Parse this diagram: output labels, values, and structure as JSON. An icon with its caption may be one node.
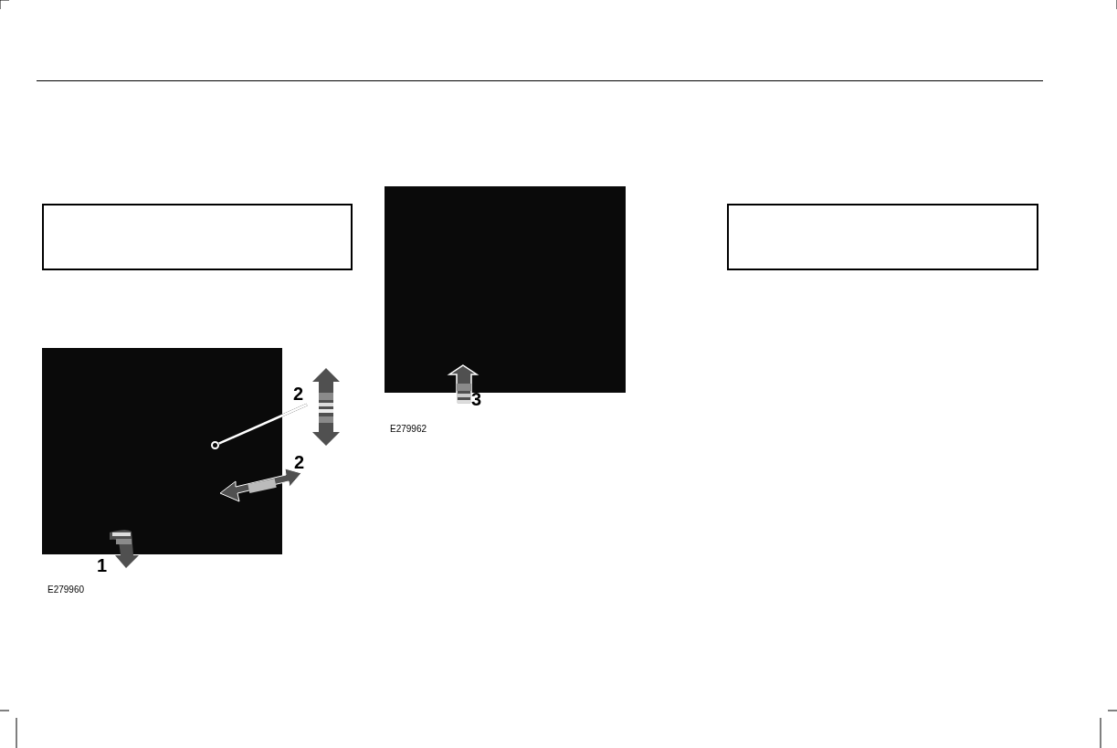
{
  "diagram": {
    "nodes": [
      {
        "text": [],
        "shape": "box"
      },
      {
        "text": [],
        "shape": "box"
      },
      {
        "text": [
          "2"
        ]
      },
      {
        "text": [],
        "shape": "circle",
        "in": 1
      },
      {
        "text": [],
        "shape": "box"
      },
      {
        "text": [],
        "shape": "box"
      }
    ],
    "edges": [
      {
        "from": 2,
        "to": 3,
        "arrow": "none"
      }
    ],
    "labels": [
      "2",
      "1",
      "E279960",
      "3",
      "E279962"
    ]
  }
}
